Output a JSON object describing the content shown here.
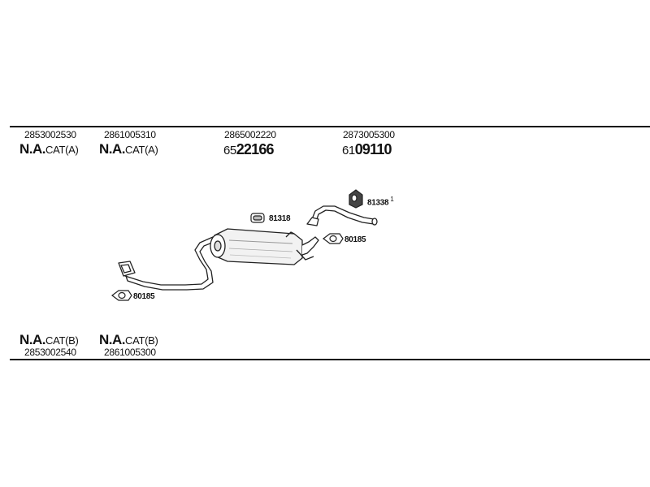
{
  "header": {
    "oem_numbers": [
      "2853002530",
      "2861005310",
      "2865002220",
      "2873005300"
    ],
    "variants": [
      {
        "na": "N.A.",
        "cat": "CAT(A)"
      },
      {
        "na": "N.A.",
        "cat": "CAT(A)"
      }
    ],
    "part_numbers": [
      {
        "prefix": "65",
        "main": "22166"
      },
      {
        "prefix": "61",
        "main": "09110"
      }
    ]
  },
  "footer": {
    "variants": [
      {
        "na": "N.A.",
        "cat": "CAT(B)"
      },
      {
        "na": "N.A.",
        "cat": "CAT(B)"
      }
    ],
    "oem_numbers": [
      "2853002540",
      "2861005300"
    ]
  },
  "callouts": {
    "gasket_front": "80185",
    "clamp": "81318",
    "rubber_mount": "81338",
    "rubber_mount_qty": "1",
    "gasket_rear": "80185"
  }
}
